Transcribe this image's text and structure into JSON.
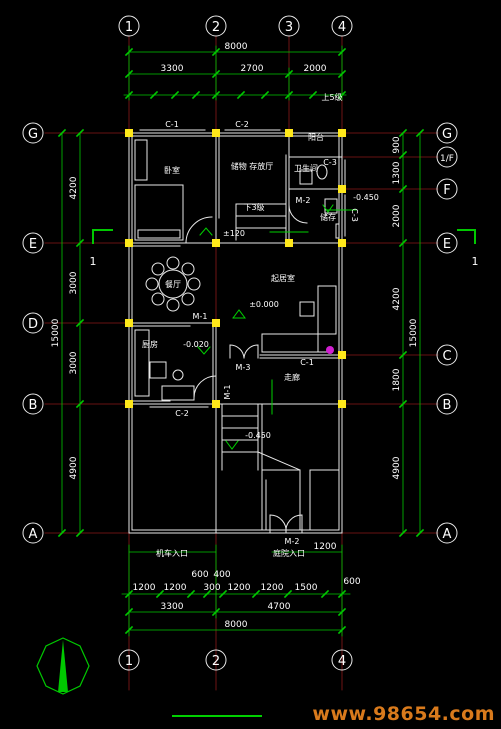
{
  "grid_top": [
    "1",
    "2",
    "3",
    "4"
  ],
  "grid_bottom": [
    "1",
    "2",
    "4"
  ],
  "grid_left": [
    "G",
    "E",
    "D",
    "B",
    "A"
  ],
  "grid_right": [
    "G",
    "1/F",
    "F",
    "E",
    "C",
    "B",
    "A"
  ],
  "dims_top": {
    "total": "8000",
    "seg1": "3300",
    "seg2": "2700",
    "seg3": "2000"
  },
  "dims_left": {
    "total": "15000",
    "d1": "4200",
    "d2": "3000",
    "d3": "3000",
    "d4": "4900"
  },
  "dims_right": {
    "total": "15000",
    "d1": "900",
    "d2": "1300",
    "d3": "2000",
    "d4": "4200",
    "d5": "1800",
    "d6": "4900"
  },
  "dims_bottom": {
    "row1": [
      "1200",
      "1200",
      "300",
      "1200",
      "1200",
      "1500"
    ],
    "small1": "600",
    "small2": "400",
    "side": "600",
    "row2": [
      "3300",
      "4700"
    ],
    "total": "8000",
    "right_top": "1200"
  },
  "rooms": {
    "bedroom": "卧室",
    "storage_hall": "储物 存放厅",
    "balcony": "阳台",
    "wc": "卫生间",
    "living": "起居室",
    "dining": "餐厅",
    "kitchen": "厨房",
    "corridor": "走廊",
    "storage": "储存"
  },
  "labels": {
    "c1_top": "C-1",
    "c2_top": "C-2",
    "c3a": "C-3",
    "c3b": "C-3",
    "m2_upper": "M-2",
    "m1": "M-1",
    "m3": "M-3",
    "m1_vert": "M-1",
    "c1_right": "C-1",
    "c2_bottom": "C-2",
    "m2_bottom": "M-2",
    "elev_neg450": "-0.450",
    "elev_neg450b": "-0.450",
    "elev_zero": "±0.000",
    "elev_kitchen": "-0.020",
    "elev_stair": "±120",
    "down": "下3级",
    "up5": "上5级",
    "garage_entry": "机车入口",
    "yard_entry": "庭院入口",
    "section_left": "1",
    "section_right": "1"
  },
  "watermark": "www.98654.com"
}
